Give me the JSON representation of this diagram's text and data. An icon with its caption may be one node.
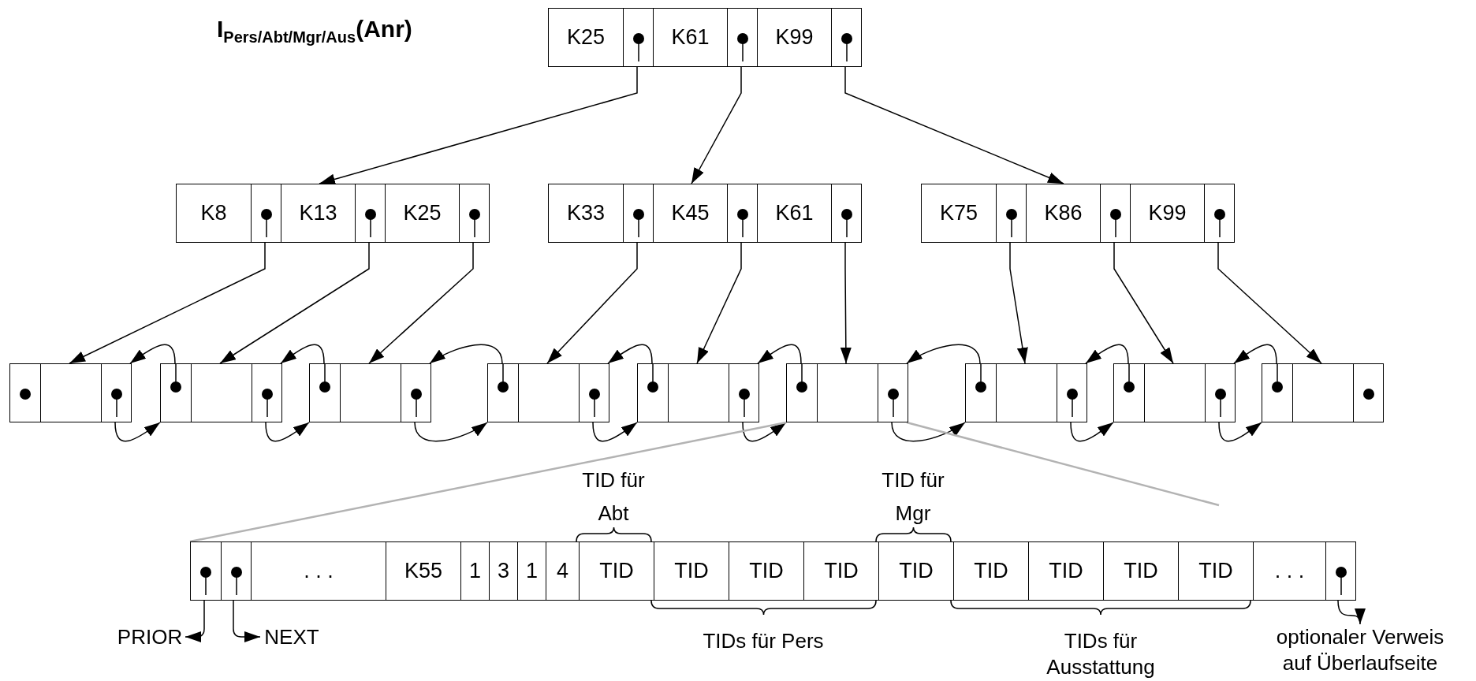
{
  "diagram": {
    "title": "I$_{Pers/Abt/Mgr/Aus}$(Anr)",
    "nodes": [
      {
        "text": [
          "K25",
          "K61",
          "K99"
        ]
      },
      {
        "text": [
          "K8",
          "K13",
          "K25"
        ]
      },
      {
        "text": [
          "K33",
          "K45",
          "K61"
        ]
      },
      {
        "text": [
          "K75",
          "K86",
          "K99"
        ]
      },
      {
        "text": [],
        "shape": "box"
      },
      {
        "text": [],
        "shape": "box"
      },
      {
        "text": [],
        "shape": "box"
      },
      {
        "text": [],
        "shape": "box"
      },
      {
        "text": [],
        "shape": "box"
      },
      {
        "text": [],
        "shape": "box"
      },
      {
        "text": [],
        "shape": "box"
      },
      {
        "text": [],
        "shape": "box"
      },
      {
        "text": [],
        "shape": "box"
      },
      {
        "text": [
          ". . .",
          "K55",
          "1",
          "3",
          "1",
          "4",
          "TID",
          "TID",
          "TID",
          "TID",
          "TID",
          "TID",
          "TID",
          "TID",
          "TID",
          ". . ."
        ]
      },
      {
        "text": [
          "PRIOR"
        ]
      },
      {
        "text": [
          "NEXT"
        ]
      },
      {
        "text": [
          "optionaler Verweis auf Überlaufseite"
        ]
      }
    ],
    "edges": [
      {
        "from": 0,
        "to": 1,
        "arrow": "to"
      },
      {
        "from": 0,
        "to": 2,
        "arrow": "to"
      },
      {
        "from": 0,
        "to": 3,
        "arrow": "to"
      },
      {
        "from": 1,
        "to": 4,
        "arrow": "to"
      },
      {
        "from": 1,
        "to": 5,
        "arrow": "to"
      },
      {
        "from": 1,
        "to": 6,
        "arrow": "to"
      },
      {
        "from": 2,
        "to": 7,
        "arrow": "to"
      },
      {
        "from": 2,
        "to": 8,
        "arrow": "to"
      },
      {
        "from": 2,
        "to": 9,
        "arrow": "to"
      },
      {
        "from": 3,
        "to": 10,
        "arrow": "to"
      },
      {
        "from": 3,
        "to": 11,
        "arrow": "to"
      },
      {
        "from": 3,
        "to": 12,
        "arrow": "to"
      },
      {
        "from": 4,
        "to": 5,
        "arrow": "to"
      },
      {
        "from": 5,
        "to": 4,
        "arrow": "to"
      },
      {
        "from": 5,
        "to": 6,
        "arrow": "to"
      },
      {
        "from": 6,
        "to": 5,
        "arrow": "to"
      },
      {
        "from": 6,
        "to": 7,
        "arrow": "to"
      },
      {
        "from": 7,
        "to": 6,
        "arrow": "to"
      },
      {
        "from": 7,
        "to": 8,
        "arrow": "to"
      },
      {
        "from": 8,
        "to": 7,
        "arrow": "to"
      },
      {
        "from": 8,
        "to": 9,
        "arrow": "to"
      },
      {
        "from": 9,
        "to": 8,
        "arrow": "to"
      },
      {
        "from": 9,
        "to": 10,
        "arrow": "to"
      },
      {
        "from": 10,
        "to": 9,
        "arrow": "to"
      },
      {
        "from": 10,
        "to": 11,
        "arrow": "to"
      },
      {
        "from": 11,
        "to": 10,
        "arrow": "to"
      },
      {
        "from": 11,
        "to": 12,
        "arrow": "to"
      },
      {
        "from": 12,
        "to": 11,
        "arrow": "to"
      },
      {
        "from": 9,
        "to": 13,
        "arrow": "none",
        "color": "#b3b3b3"
      },
      {
        "from": 9,
        "to": null,
        "arrow": "none",
        "color": "#b3b3b3"
      },
      {
        "from": 13,
        "to": 14,
        "arrow": "to"
      },
      {
        "from": 13,
        "to": 15,
        "arrow": "to"
      },
      {
        "from": 13,
        "to": 16,
        "arrow": "to"
      }
    ],
    "labels": [
      "TID für Abt",
      "TID für Mgr",
      "TIDs für Pers",
      "TIDs für Ausstattung"
    ]
  }
}
